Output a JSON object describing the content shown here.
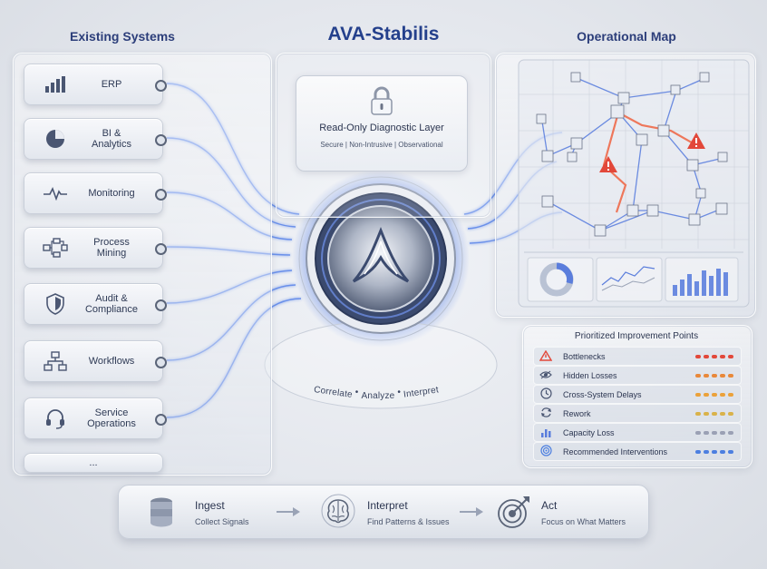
{
  "headers": {
    "left": "Existing Systems",
    "center": "AVA-Stabilis",
    "right": "Operational Map"
  },
  "systems": [
    {
      "label": "ERP",
      "icon": "bar-chart-icon"
    },
    {
      "label": "BI &\nAnalytics",
      "icon": "pie-chart-icon"
    },
    {
      "label": "Monitoring",
      "icon": "pulse-icon"
    },
    {
      "label": "Process\nMining",
      "icon": "flowchart-icon"
    },
    {
      "label": "Audit &\nCompliance",
      "icon": "shield-check-icon"
    },
    {
      "label": "Workflows",
      "icon": "hierarchy-icon"
    },
    {
      "label": "Service\nOperations",
      "icon": "headset-icon"
    },
    {
      "label": "...",
      "icon": ""
    }
  ],
  "diagnostic_layer": {
    "title": "Read-Only Diagnostic Layer",
    "subtitle": "Secure | Non-Intrusive | Observational",
    "icon": "lock-icon"
  },
  "core": {
    "ring_text": [
      "Correlate",
      "•",
      "Analyze",
      "•",
      "Interpret"
    ],
    "logo": "ava-logo"
  },
  "priorities": {
    "title": "Prioritized Improvement Points",
    "items": [
      {
        "label": "Bottlenecks",
        "icon": "warning-icon",
        "color": "#e2483a"
      },
      {
        "label": "Hidden Losses",
        "icon": "eye-icon",
        "color": "#e9883a"
      },
      {
        "label": "Cross-System Delays",
        "icon": "clock-icon",
        "color": "#eba13a"
      },
      {
        "label": "Rework",
        "icon": "refresh-icon",
        "color": "#d9b24a"
      },
      {
        "label": "Capacity Loss",
        "icon": "bars-icon",
        "color": "#9aa0b4"
      },
      {
        "label": "Recommended Interventions",
        "icon": "target-icon",
        "color": "#4c7fe0"
      }
    ]
  },
  "flow": [
    {
      "title": "Ingest",
      "subtitle": "Collect Signals",
      "icon": "database-icon"
    },
    {
      "title": "Interpret",
      "subtitle": "Find Patterns & Issues",
      "icon": "brain-icon"
    },
    {
      "title": "Act",
      "subtitle": "Focus on What Matters",
      "icon": "target-arrow-icon"
    }
  ],
  "colors": {
    "accent": "#3b6fe0",
    "title": "#24408c",
    "alert": "#e2483a"
  }
}
